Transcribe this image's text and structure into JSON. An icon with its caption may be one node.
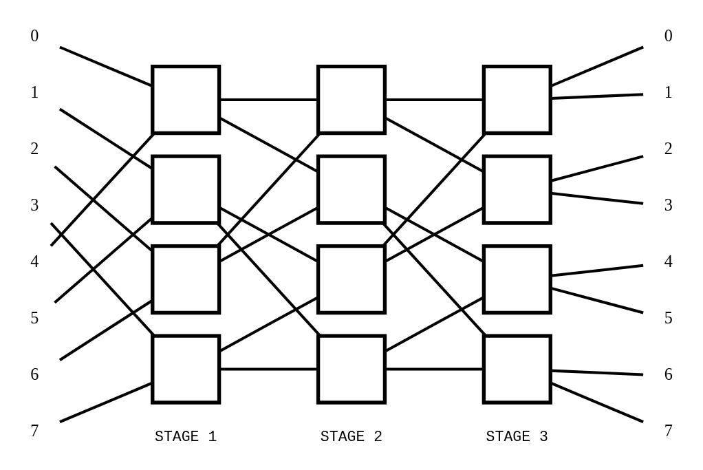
{
  "diagram": {
    "nodes": [
      {
        "text": [
          "0"
        ]
      },
      {
        "text": [
          "1"
        ]
      },
      {
        "text": [
          "2"
        ]
      },
      {
        "text": [
          "3"
        ]
      },
      {
        "text": [
          "4"
        ]
      },
      {
        "text": [
          "5"
        ]
      },
      {
        "text": [
          "6"
        ]
      },
      {
        "text": [
          "7"
        ]
      },
      {
        "text": [],
        "shape": "box"
      },
      {
        "text": [],
        "shape": "box"
      },
      {
        "text": [],
        "shape": "box"
      },
      {
        "text": [],
        "shape": "box"
      },
      {
        "text": [],
        "shape": "box"
      },
      {
        "text": [],
        "shape": "box"
      },
      {
        "text": [],
        "shape": "box"
      },
      {
        "text": [],
        "shape": "box"
      },
      {
        "text": [],
        "shape": "box"
      },
      {
        "text": [],
        "shape": "box"
      },
      {
        "text": [],
        "shape": "box"
      },
      {
        "text": [],
        "shape": "box"
      },
      {
        "text": [
          "0"
        ]
      },
      {
        "text": [
          "1"
        ]
      },
      {
        "text": [
          "2"
        ]
      },
      {
        "text": [
          "3"
        ]
      },
      {
        "text": [
          "4"
        ]
      },
      {
        "text": [
          "5"
        ]
      },
      {
        "text": [
          "6"
        ]
      },
      {
        "text": [
          "7"
        ]
      }
    ],
    "edges": [
      {
        "from": 0,
        "to": 8,
        "arrow": "none"
      },
      {
        "from": 1,
        "to": 9,
        "arrow": "none"
      },
      {
        "from": 2,
        "to": 10,
        "arrow": "none"
      },
      {
        "from": 3,
        "to": 11,
        "arrow": "none"
      },
      {
        "from": 4,
        "to": 8,
        "arrow": "none"
      },
      {
        "from": 5,
        "to": 9,
        "arrow": "none"
      },
      {
        "from": 6,
        "to": 10,
        "arrow": "none"
      },
      {
        "from": 7,
        "to": 11,
        "arrow": "none"
      },
      {
        "from": 8,
        "to": 12,
        "arrow": "none"
      },
      {
        "from": 8,
        "to": 13,
        "arrow": "none"
      },
      {
        "from": 9,
        "to": 14,
        "arrow": "none"
      },
      {
        "from": 9,
        "to": 15,
        "arrow": "none"
      },
      {
        "from": 10,
        "to": 12,
        "arrow": "none"
      },
      {
        "from": 10,
        "to": 13,
        "arrow": "none"
      },
      {
        "from": 11,
        "to": 14,
        "arrow": "none"
      },
      {
        "from": 11,
        "to": 15,
        "arrow": "none"
      },
      {
        "from": 12,
        "to": 16,
        "arrow": "none"
      },
      {
        "from": 12,
        "to": 17,
        "arrow": "none"
      },
      {
        "from": 13,
        "to": 18,
        "arrow": "none"
      },
      {
        "from": 13,
        "to": 19,
        "arrow": "none"
      },
      {
        "from": 14,
        "to": 16,
        "arrow": "none"
      },
      {
        "from": 14,
        "to": 17,
        "arrow": "none"
      },
      {
        "from": 15,
        "to": 18,
        "arrow": "none"
      },
      {
        "from": 15,
        "to": 19,
        "arrow": "none"
      },
      {
        "from": 16,
        "to": 20,
        "arrow": "none"
      },
      {
        "from": 16,
        "to": 21,
        "arrow": "none"
      },
      {
        "from": 17,
        "to": 22,
        "arrow": "none"
      },
      {
        "from": 17,
        "to": 23,
        "arrow": "none"
      },
      {
        "from": 18,
        "to": 24,
        "arrow": "none"
      },
      {
        "from": 18,
        "to": 25,
        "arrow": "none"
      },
      {
        "from": 19,
        "to": 26,
        "arrow": "none"
      },
      {
        "from": 19,
        "to": 27,
        "arrow": "none"
      }
    ],
    "labels": [
      "STAGE 1",
      "STAGE 2",
      "STAGE 3"
    ]
  }
}
